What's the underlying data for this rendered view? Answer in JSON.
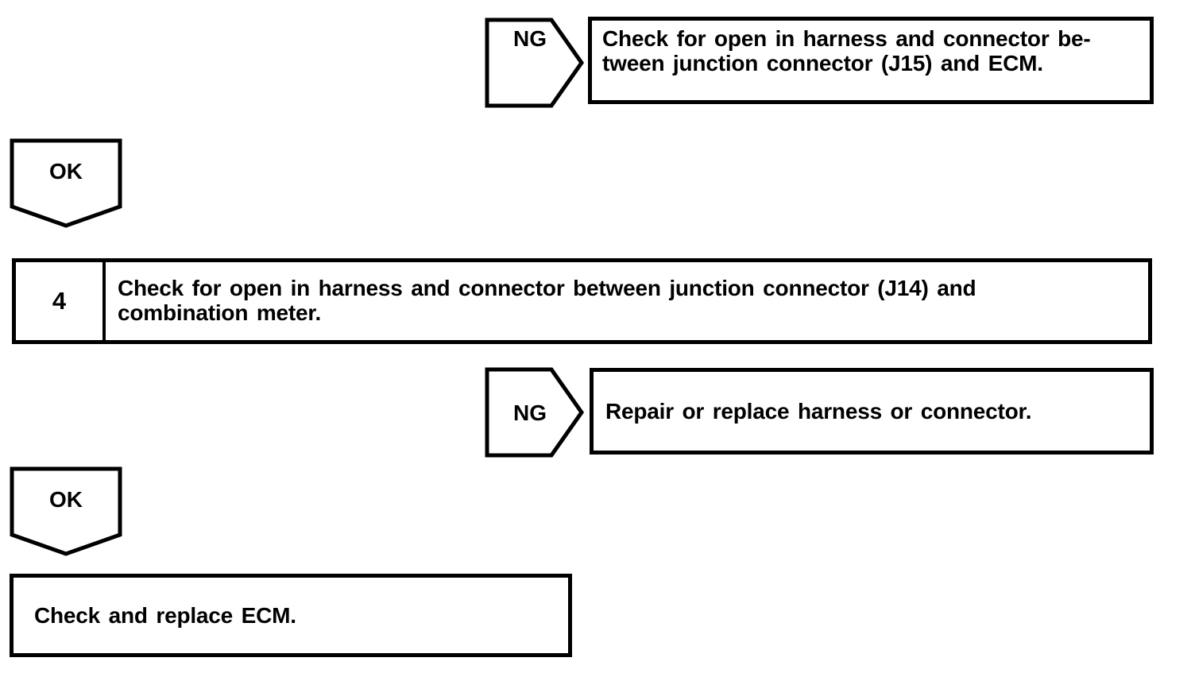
{
  "page": {
    "background": "#ffffff",
    "ink": "#000000"
  },
  "flowchart": {
    "ng_branch_1": {
      "connector_label": "NG",
      "result_lines": [
        "Check for open in harness and connector be-",
        "tween junction connector (J15) and ECM."
      ]
    },
    "ok_connector_1": {
      "label": "OK"
    },
    "step_4": {
      "number": "4",
      "instruction_lines": [
        "Check for open in harness and connector between junction connector (J14) and",
        "combination meter."
      ]
    },
    "ng_branch_2": {
      "connector_label": "NG",
      "result_text": "Repair or replace harness or connector."
    },
    "ok_connector_2": {
      "label": "OK"
    },
    "final_action": {
      "text": "Check and replace ECM."
    }
  }
}
